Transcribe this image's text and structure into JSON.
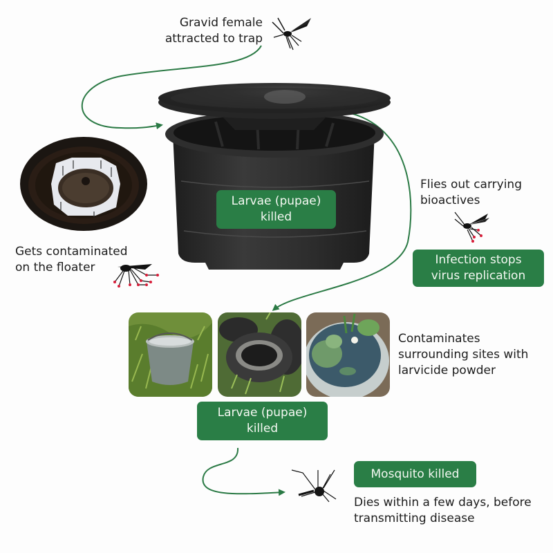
{
  "diagram": {
    "title_step": {
      "line1": "Gravid female",
      "line2": "attracted to trap"
    },
    "trap_badge": {
      "line1": "Larvae (pupae)",
      "line2": "killed"
    },
    "floater_caption": {
      "line1": "Gets contaminated",
      "line2": "on the floater"
    },
    "flies_out": {
      "line1": "Flies out carrying",
      "line2": "bioactives"
    },
    "infection_badge": {
      "line1": "Infection stops",
      "line2": "virus replication"
    },
    "contaminates": {
      "line1": "Contaminates",
      "line2": "surrounding sites with",
      "line3": "larvicide powder"
    },
    "sites_badge": {
      "line1": "Larvae (pupae)",
      "line2": "killed"
    },
    "mosquito_badge": {
      "label": "Mosquito killed"
    },
    "dies_caption": {
      "line1": "Dies within a few days, before",
      "line2": "transmitting disease"
    },
    "photos": [
      {
        "name": "metal-bucket-in-grass"
      },
      {
        "name": "discarded-tires"
      },
      {
        "name": "water-lily-pot"
      }
    ],
    "icons": [
      "mosquito-flying-icon",
      "mosquito-contaminated-icon",
      "mosquito-carrying-icon",
      "mosquito-dead-icon",
      "arrow-icon"
    ],
    "colors": {
      "accent_green": "#2a7e46",
      "arrow_green": "#2b7a45",
      "trap_black": "#2a2a2a",
      "contaminant_red": "#d81e3a"
    }
  }
}
